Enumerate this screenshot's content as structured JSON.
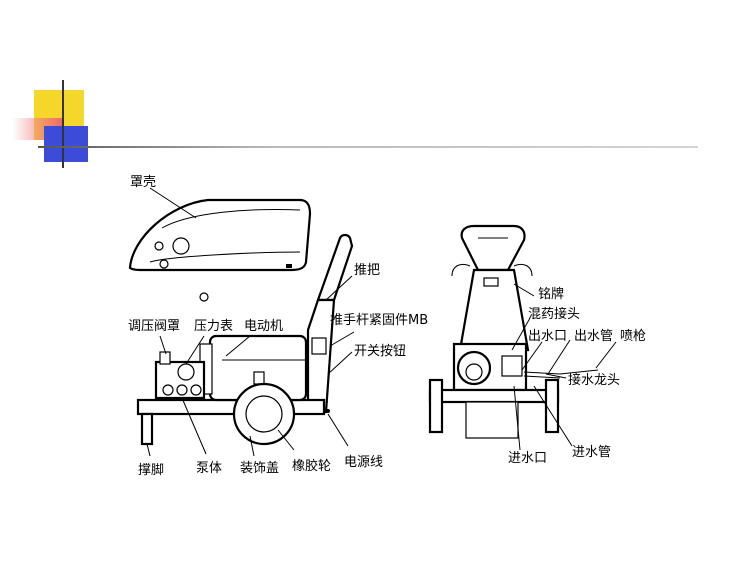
{
  "labels": {
    "cover": "罩壳",
    "handle": "推把",
    "handle_fastener": "推手杆紧固件MB",
    "switch_button": "开关按钮",
    "valve_cover": "调压阀罩",
    "pressure_gauge": "压力表",
    "motor": "电动机",
    "stand_foot": "撑脚",
    "pump_body": "泵体",
    "decor_cover": "装饰盖",
    "rubber_wheel": "橡胶轮",
    "power_cord": "电源线",
    "nameplate": "铭牌",
    "chem_connector": "混药接头",
    "water_outlet": "出水口",
    "outlet_pipe": "出水管",
    "spray_gun": "喷枪",
    "faucet_connector": "接水龙头",
    "water_inlet": "进水口",
    "inlet_pipe": "进水管"
  }
}
